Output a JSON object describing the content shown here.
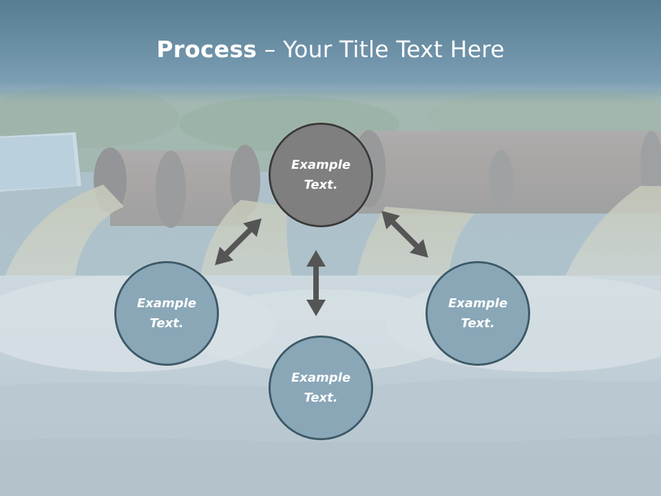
{
  "slide": {
    "title_bold": "Process",
    "title_rest": " – Your Title Text Here"
  },
  "diagram": {
    "nodes": [
      {
        "id": "top",
        "label": "Example Text."
      },
      {
        "id": "left",
        "label": "Example Text."
      },
      {
        "id": "right",
        "label": "Example Text."
      },
      {
        "id": "bottom",
        "label": "Example Text."
      }
    ]
  },
  "colors": {
    "title_band": "#6f93a9",
    "node_fill": "#8aa7b8",
    "node_border": "#3d5a68",
    "center_fill": "#7f7f7f",
    "arrow": "#555555"
  }
}
